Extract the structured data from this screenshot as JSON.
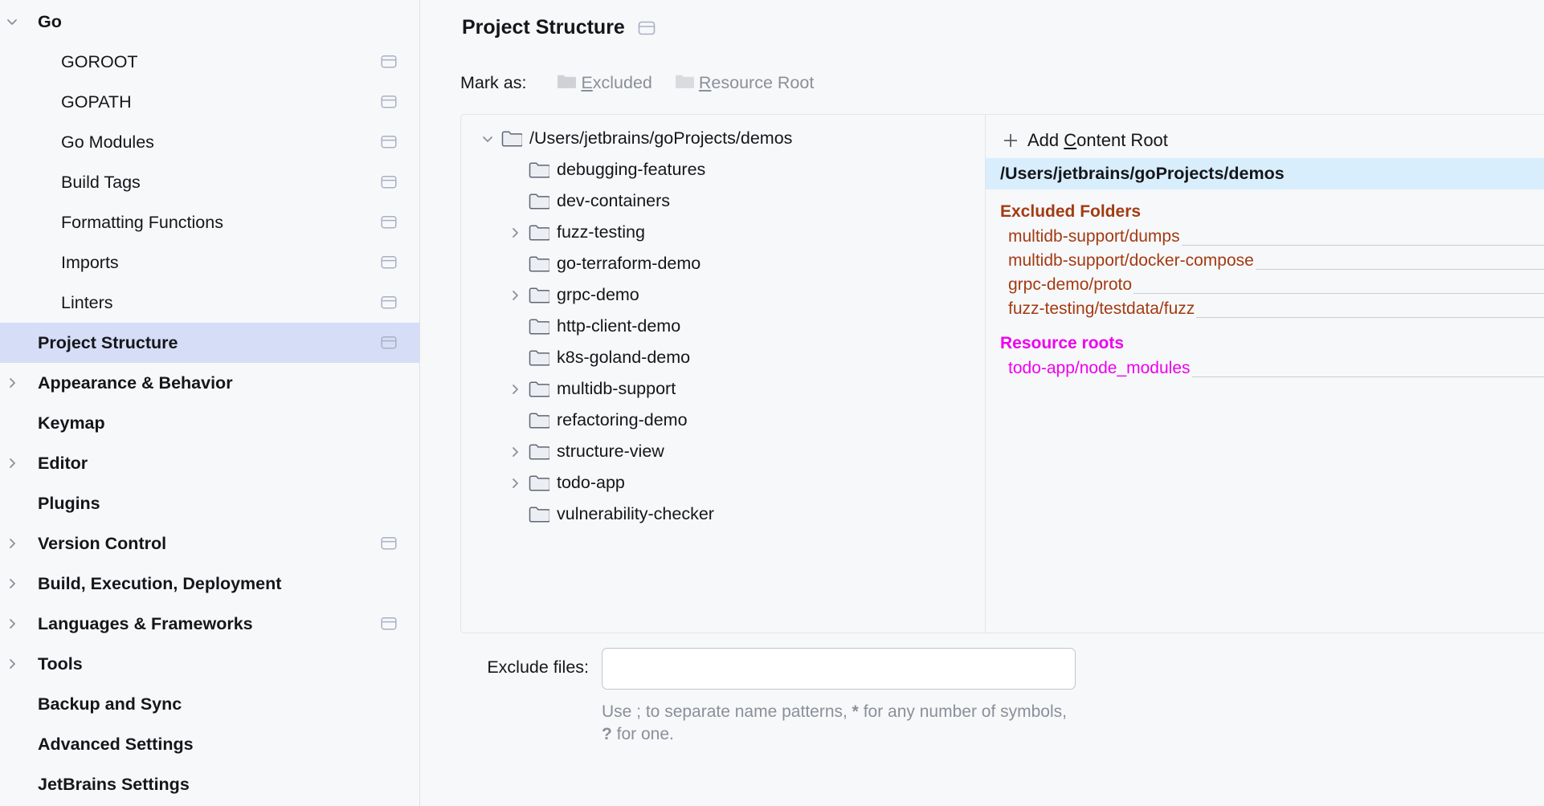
{
  "sidebar": {
    "items": [
      {
        "label": "Go",
        "level": 0,
        "bold": true,
        "arrow": "down",
        "badge": false,
        "selected": false
      },
      {
        "label": "GOROOT",
        "level": 1,
        "bold": false,
        "arrow": "none",
        "badge": true,
        "selected": false
      },
      {
        "label": "GOPATH",
        "level": 1,
        "bold": false,
        "arrow": "none",
        "badge": true,
        "selected": false
      },
      {
        "label": "Go Modules",
        "level": 1,
        "bold": false,
        "arrow": "none",
        "badge": true,
        "selected": false
      },
      {
        "label": "Build Tags",
        "level": 1,
        "bold": false,
        "arrow": "none",
        "badge": true,
        "selected": false
      },
      {
        "label": "Formatting Functions",
        "level": 1,
        "bold": false,
        "arrow": "none",
        "badge": true,
        "selected": false
      },
      {
        "label": "Imports",
        "level": 1,
        "bold": false,
        "arrow": "none",
        "badge": true,
        "selected": false
      },
      {
        "label": "Linters",
        "level": 1,
        "bold": false,
        "arrow": "none",
        "badge": true,
        "selected": false
      },
      {
        "label": "Project Structure",
        "level": 0,
        "bold": true,
        "arrow": "none",
        "badge": true,
        "selected": true
      },
      {
        "label": "Appearance & Behavior",
        "level": 0,
        "bold": true,
        "arrow": "right",
        "badge": false,
        "selected": false
      },
      {
        "label": "Keymap",
        "level": 0,
        "bold": true,
        "arrow": "none",
        "badge": false,
        "selected": false
      },
      {
        "label": "Editor",
        "level": 0,
        "bold": true,
        "arrow": "right",
        "badge": false,
        "selected": false
      },
      {
        "label": "Plugins",
        "level": 0,
        "bold": true,
        "arrow": "none",
        "badge": false,
        "selected": false
      },
      {
        "label": "Version Control",
        "level": 0,
        "bold": true,
        "arrow": "right",
        "badge": true,
        "selected": false
      },
      {
        "label": "Build, Execution, Deployment",
        "level": 0,
        "bold": true,
        "arrow": "right",
        "badge": false,
        "selected": false
      },
      {
        "label": "Languages & Frameworks",
        "level": 0,
        "bold": true,
        "arrow": "right",
        "badge": true,
        "selected": false
      },
      {
        "label": "Tools",
        "level": 0,
        "bold": true,
        "arrow": "right",
        "badge": false,
        "selected": false
      },
      {
        "label": "Backup and Sync",
        "level": 0,
        "bold": true,
        "arrow": "none",
        "badge": false,
        "selected": false
      },
      {
        "label": "Advanced Settings",
        "level": 0,
        "bold": true,
        "arrow": "none",
        "badge": false,
        "selected": false
      },
      {
        "label": "JetBrains Settings",
        "level": 0,
        "bold": true,
        "arrow": "none",
        "badge": false,
        "selected": false
      }
    ]
  },
  "main": {
    "title": "Project Structure",
    "mark_as": {
      "label": "Mark as:",
      "options": [
        {
          "text_before": "",
          "mnemonic": "E",
          "text_after": "xcluded",
          "icon": "folder-gray-icon"
        },
        {
          "text_before": "",
          "mnemonic": "R",
          "text_after": "esource Root",
          "icon": "folder-gray-icon"
        }
      ]
    },
    "tree": [
      {
        "label": "/Users/jetbrains/goProjects/demos",
        "indent": 0,
        "toggle": "down"
      },
      {
        "label": "debugging-features",
        "indent": 1,
        "toggle": "none"
      },
      {
        "label": "dev-containers",
        "indent": 1,
        "toggle": "none"
      },
      {
        "label": "fuzz-testing",
        "indent": 1,
        "toggle": "right"
      },
      {
        "label": "go-terraform-demo",
        "indent": 1,
        "toggle": "none"
      },
      {
        "label": "grpc-demo",
        "indent": 1,
        "toggle": "right"
      },
      {
        "label": "http-client-demo",
        "indent": 1,
        "toggle": "none"
      },
      {
        "label": "k8s-goland-demo",
        "indent": 1,
        "toggle": "none"
      },
      {
        "label": "multidb-support",
        "indent": 1,
        "toggle": "right"
      },
      {
        "label": "refactoring-demo",
        "indent": 1,
        "toggle": "none"
      },
      {
        "label": "structure-view",
        "indent": 1,
        "toggle": "right"
      },
      {
        "label": "todo-app",
        "indent": 1,
        "toggle": "right"
      },
      {
        "label": "vulnerability-checker",
        "indent": 1,
        "toggle": "none"
      }
    ],
    "detail": {
      "add_content_root": {
        "text_before": "Add ",
        "mnemonic": "C",
        "text_after": "ontent Root"
      },
      "selected_root": "/Users/jetbrains/goProjects/demos",
      "excluded_section_title": "Excluded Folders",
      "excluded_folders": [
        "multidb-support/dumps",
        "multidb-support/docker-compose",
        "grpc-demo/proto",
        "fuzz-testing/testdata/fuzz"
      ],
      "resource_section_title": "Resource roots",
      "resource_roots": [
        "todo-app/node_modules"
      ],
      "remove_icon": "close-icon"
    },
    "exclude_files": {
      "label": "Exclude files:",
      "value": "",
      "placeholder": "",
      "hint_part1": "Use ; to separate name patterns, ",
      "hint_star": "*",
      "hint_part2": " for any number of symbols, ",
      "hint_q": "?",
      "hint_part3": " for one."
    },
    "help_button": "?"
  },
  "colors": {
    "selection_sidebar": "#d6ddf7",
    "selection_root": "#d8eefc",
    "excluded": "#a33b12",
    "resource": "#ee00ee",
    "highlight_box": "#4ab560",
    "background": "#f7f8fa"
  }
}
